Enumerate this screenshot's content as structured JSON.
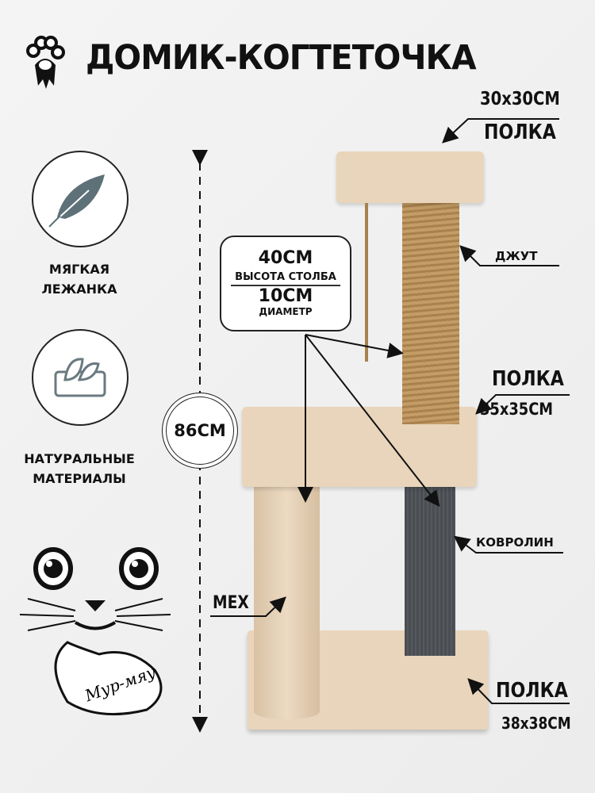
{
  "title": "ДОМИК-КОГТЕТОЧКА",
  "features": [
    {
      "icon": "feather-icon",
      "label_1": "МЯГКАЯ",
      "label_2": "ЛЕЖАНКА"
    },
    {
      "icon": "leaf-mattress-icon",
      "label_1": "НАТУРАЛЬНЫЕ",
      "label_2": "МАТЕРИАЛЫ"
    }
  ],
  "height": "86CM",
  "info_box": {
    "post_height": "40CM",
    "post_height_label": "ВЫСОТА СТОЛБА",
    "diameter": "10CM",
    "diameter_label": "ДИАМЕТР"
  },
  "callouts": {
    "top_shelf_size": "30x30CM",
    "top_shelf": "ПОЛКА",
    "jute": "ДЖУТ",
    "mid_shelf": "ПОЛКА",
    "mid_shelf_size": "35x35CM",
    "carpet": "КОВРОЛИН",
    "fur": "МЕХ",
    "base_shelf": "ПОЛКА",
    "base_shelf_size": "38x38CM"
  },
  "logo_text": "Мур-мяу",
  "colors": {
    "beige": "#e9d5bb",
    "jute": "#b8915c",
    "carpet": "#4a4e53"
  }
}
